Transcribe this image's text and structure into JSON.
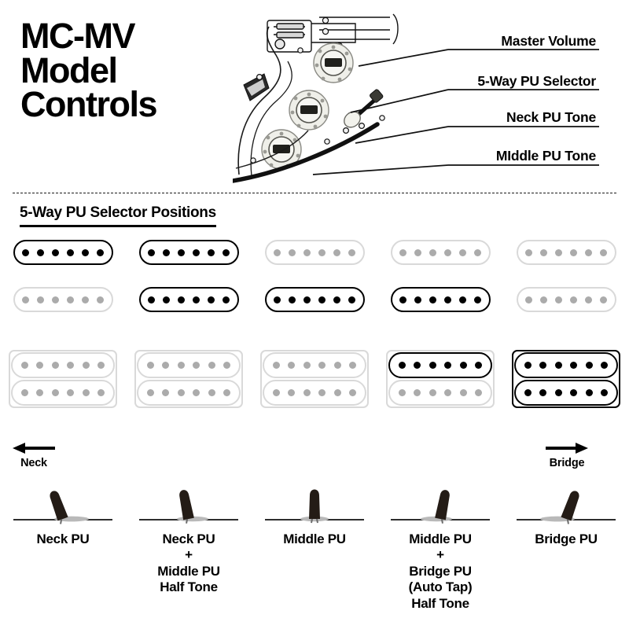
{
  "title": {
    "line1": "MC-MV",
    "line2": "Model",
    "line3": "Controls"
  },
  "callouts": [
    {
      "label": "Master Volume"
    },
    {
      "label": "5-Way PU Selector"
    },
    {
      "label": "Neck PU Tone"
    },
    {
      "label": "MIddle PU Tone"
    }
  ],
  "section": {
    "heading": "5-Way PU Selector Positions"
  },
  "direction": {
    "left_label": "Neck",
    "right_label": "Bridge",
    "left_icon": "arrow-left-icon",
    "right_icon": "arrow-right-icon"
  },
  "colors": {
    "active": "#000000",
    "inactive_dot": "#ababab",
    "inactive_outline": "#d9d9d9",
    "background": "#ffffff"
  },
  "matrix": {
    "row_names": [
      "Neck PU",
      "Middle PU",
      "Bridge PU"
    ],
    "pole_count": 6,
    "positions": [
      {
        "number": 1,
        "neck": "on",
        "middle": "off",
        "bridge_top_coil": "off",
        "bridge_bottom_coil": "off",
        "bridge_frame": "off",
        "lever_angle": -20,
        "label_lines": [
          "Neck PU"
        ]
      },
      {
        "number": 2,
        "neck": "on",
        "middle": "on",
        "bridge_top_coil": "off",
        "bridge_bottom_coil": "off",
        "bridge_frame": "off",
        "lever_angle": -11,
        "label_lines": [
          "Neck PU",
          "+",
          "Middle PU",
          "Half Tone"
        ]
      },
      {
        "number": 3,
        "neck": "off",
        "middle": "on",
        "bridge_top_coil": "off",
        "bridge_bottom_coil": "off",
        "bridge_frame": "off",
        "lever_angle": 0,
        "label_lines": [
          "Middle PU"
        ]
      },
      {
        "number": 4,
        "neck": "off",
        "middle": "on",
        "bridge_top_coil": "on",
        "bridge_bottom_coil": "off",
        "bridge_frame": "off",
        "lever_angle": 11,
        "label_lines": [
          "Middle PU",
          "+",
          "Bridge PU",
          "(Auto Tap)",
          "Half Tone"
        ]
      },
      {
        "number": 5,
        "neck": "off",
        "middle": "off",
        "bridge_top_coil": "on",
        "bridge_bottom_coil": "on",
        "bridge_frame": "on",
        "lever_angle": 20,
        "label_lines": [
          "Bridge PU"
        ]
      }
    ]
  }
}
